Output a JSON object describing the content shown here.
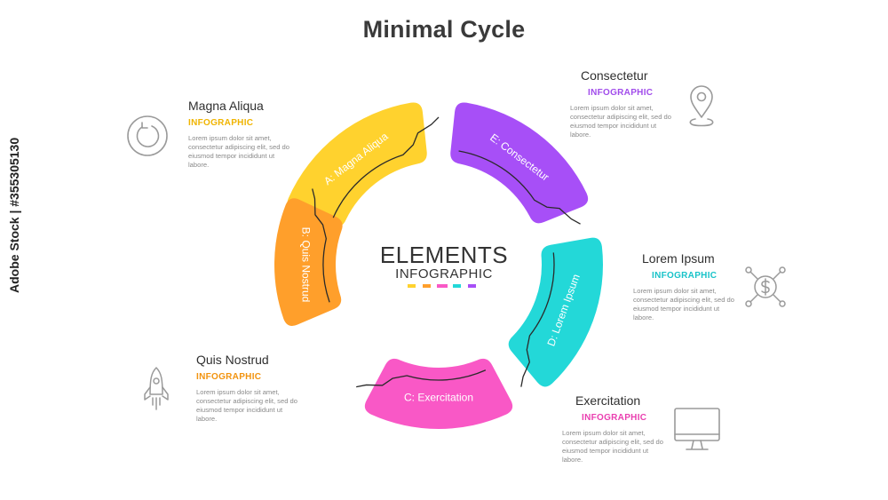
{
  "title": "Minimal Cycle",
  "center": {
    "heading": "ELEMENTS",
    "subheading": "INFOGRAPHIC"
  },
  "colors": {
    "yellow": "#FFD22E",
    "orange": "#FF9F2B",
    "pink": "#F958C6",
    "cyan": "#23D8D8",
    "purple": "#A74FF7"
  },
  "segments": [
    {
      "label": "A: Magna Aliqua",
      "color": "#FFD22E"
    },
    {
      "label": "B: Quis Nostrud",
      "color": "#FF9F2B"
    },
    {
      "label": "C: Exercitation",
      "color": "#F958C6"
    },
    {
      "label": "D: Lorem Ipsum",
      "color": "#23D8D8"
    },
    {
      "label": "E: Consectetur",
      "color": "#A74FF7"
    }
  ],
  "blocks": {
    "magna": {
      "heading": "Magna Aliqua",
      "sub": "INFOGRAPHIC",
      "body": "Lorem ipsum dolor sit amet, consectetur adipiscing elit, sed do eiusmod tempor incididunt ut labore.",
      "icon": "refresh-icon",
      "color": "#F0B400"
    },
    "quis": {
      "heading": "Quis Nostrud",
      "sub": "INFOGRAPHIC",
      "body": "Lorem ipsum dolor sit amet, consectetur adipiscing elit, sed do eiusmod tempor incididunt ut labore.",
      "icon": "rocket-icon",
      "color": "#F2930E"
    },
    "consectetur": {
      "heading": "Consectetur",
      "sub": "INFOGRAPHIC",
      "body": "Lorem ipsum dolor sit amet, consectetur adipiscing elit, sed do eiusmod tempor incididunt ut labore.",
      "icon": "map-pin-icon",
      "color": "#A14CEB"
    },
    "lorem": {
      "heading": "Lorem Ipsum",
      "sub": "INFOGRAPHIC",
      "body": "Lorem ipsum dolor sit amet, consectetur adipiscing elit, sed do eiusmod tempor incididunt ut labore.",
      "icon": "dollar-network-icon",
      "color": "#19C3C9"
    },
    "exercitation": {
      "heading": "Exercitation",
      "sub": "INFOGRAPHIC",
      "body": "Lorem ipsum dolor sit amet, consectetur adipiscing elit, sed do eiusmod tempor incididunt ut labore.",
      "icon": "monitor-icon",
      "color": "#EA3FB0"
    }
  },
  "watermark": "Adobe Stock | #355305130"
}
